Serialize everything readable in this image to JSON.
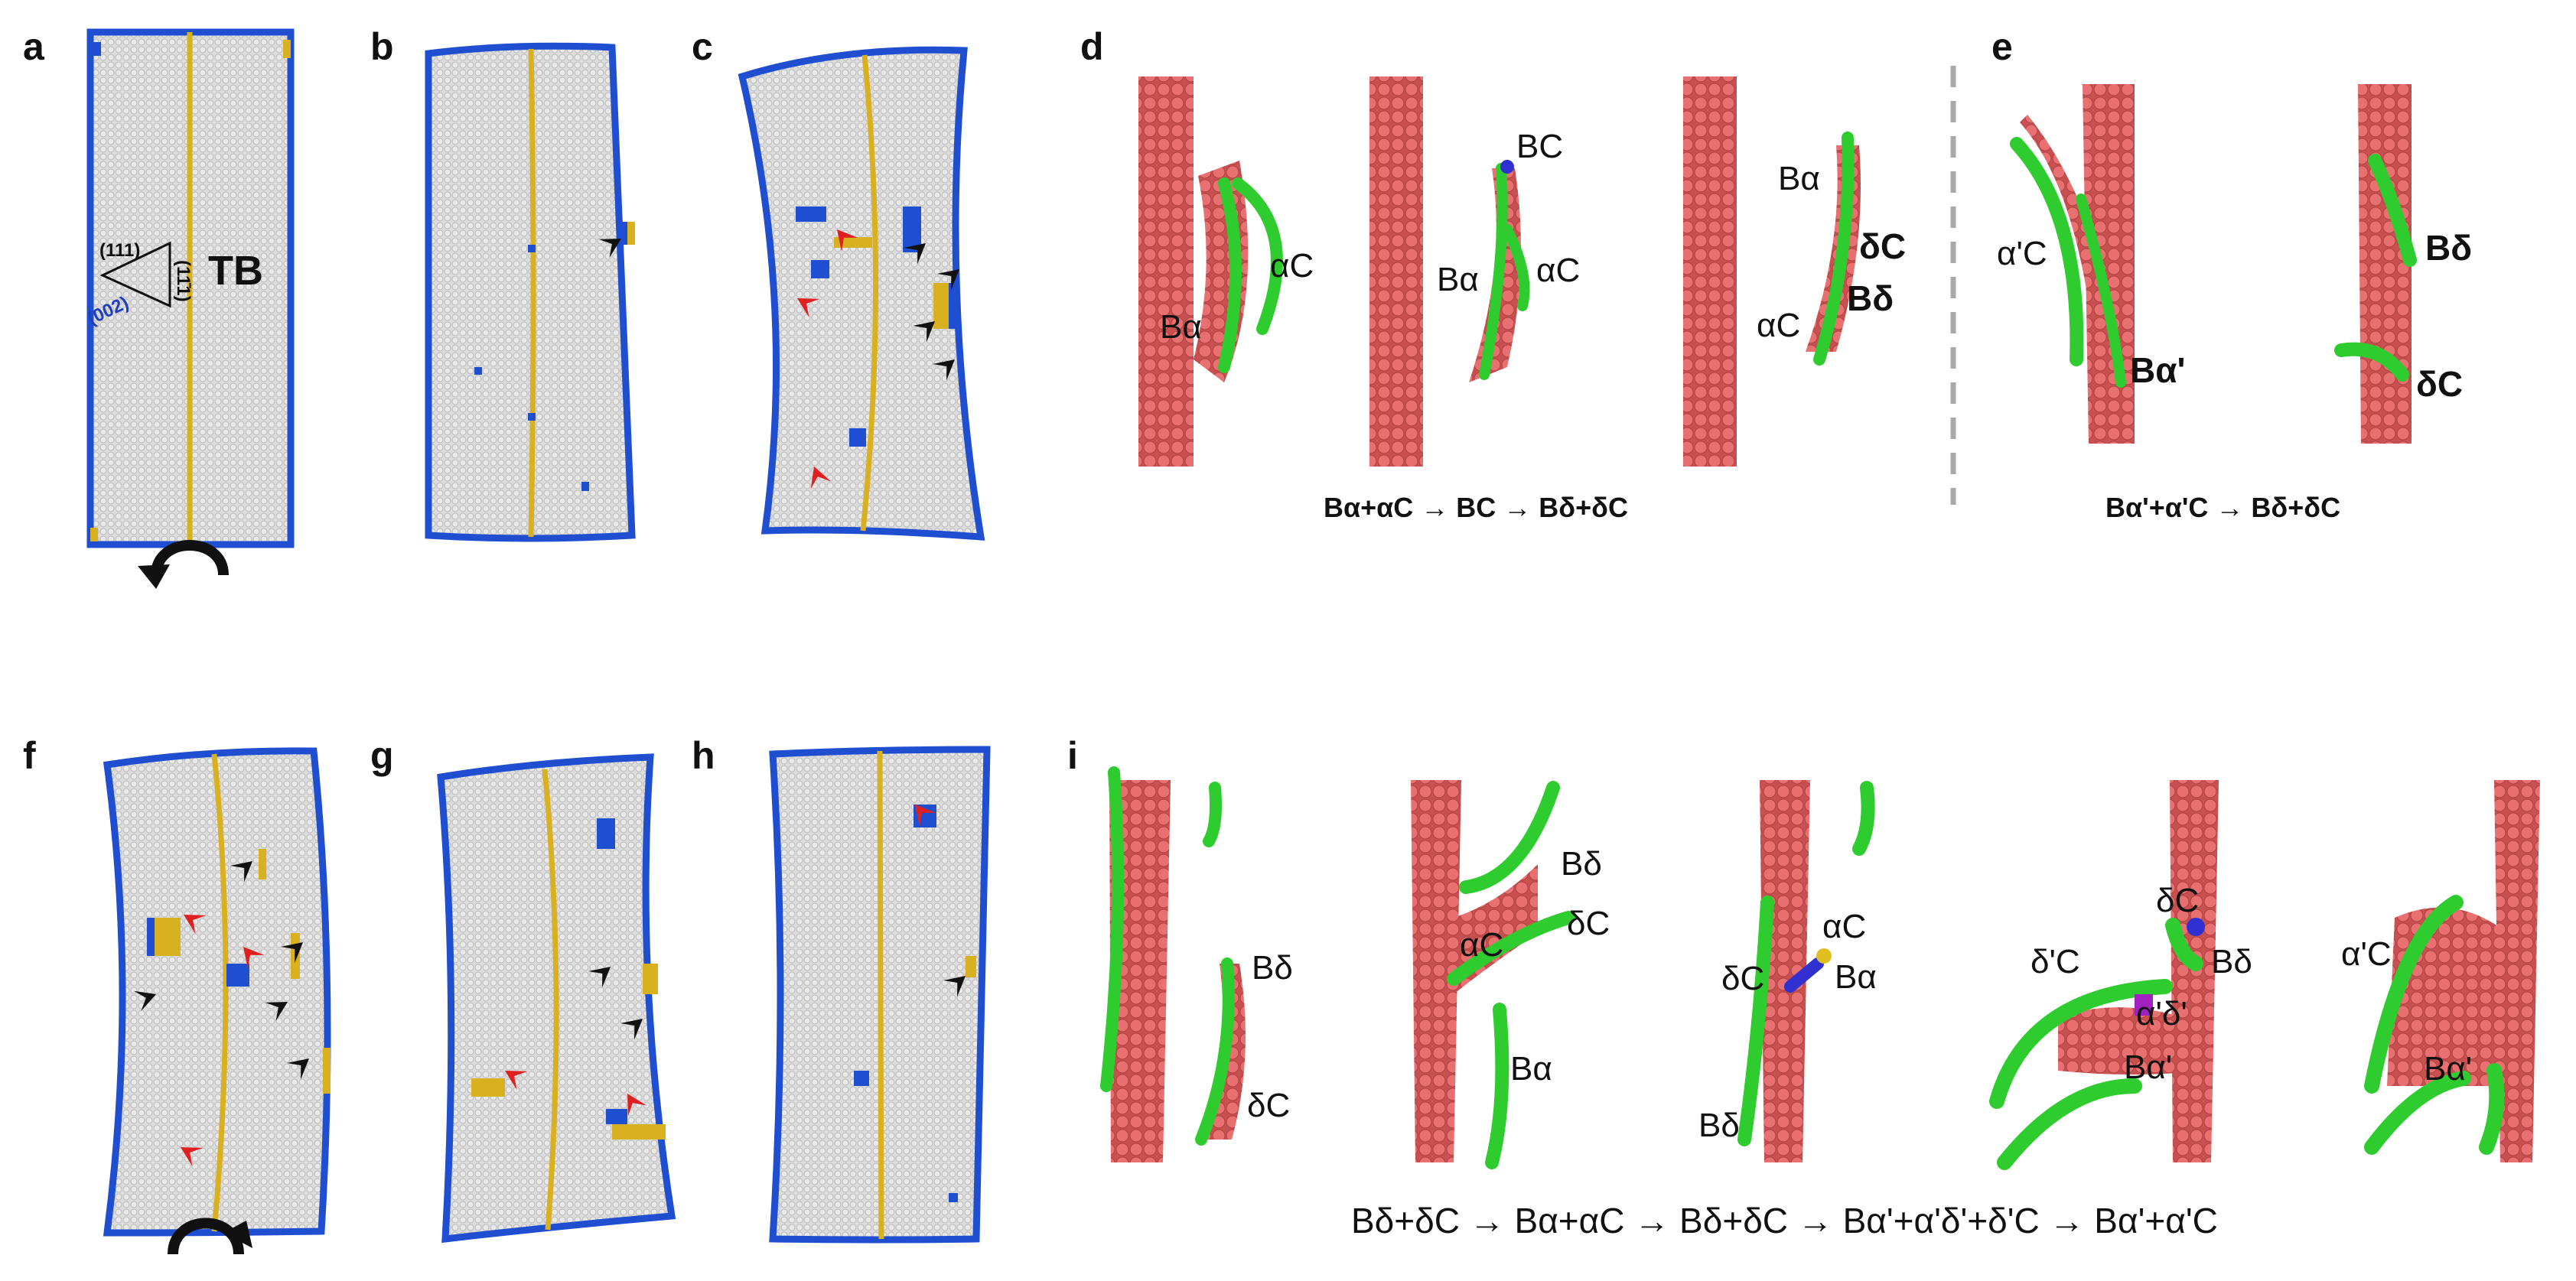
{
  "panel_labels": {
    "a": "a",
    "b": "b",
    "c": "c",
    "d": "d",
    "e": "e",
    "f": "f",
    "g": "g",
    "h": "h",
    "i": "i"
  },
  "colors": {
    "fcc_atoms": "#d8d8d8",
    "surface_atoms": "#1f4fd0",
    "twin_boundary": "#d8b020",
    "stacking_fault": "#e06060",
    "dislocation": "#2ecc2e",
    "red_arrow": "#e02020",
    "black_arrow": "#111111"
  },
  "panel_a": {
    "twin_label": "TB",
    "plane_111": "(111)",
    "plane_11bar1": "(11̄1)",
    "plane_002": "(002)"
  },
  "panel_d": {
    "labels": [
      "Bα",
      "αC",
      "BC",
      "Bα",
      "αC",
      "Bα",
      "δC",
      "Bδ",
      "αC"
    ],
    "reaction": "Bα+αC → BC → Bδ+δC"
  },
  "panel_e": {
    "labels": [
      "α'C",
      "Bα'",
      "Bδ",
      "δC"
    ],
    "reaction": "Bα'+α'C → Bδ+δC"
  },
  "panel_i": {
    "labels": [
      "Bδ",
      "δC",
      "Bδ",
      "δC",
      "αC",
      "Bα",
      "αC",
      "δC",
      "Bα",
      "Bδ",
      "δC",
      "δ'C",
      "Bδ",
      "α'δ'",
      "Bα'",
      "α'C",
      "Bα'"
    ],
    "reaction": "Bδ+δC → Bα+αC → Bδ+δC → Bα'+α'δ'+δ'C → Bα'+α'C"
  },
  "icons": [
    "rotation-arrow-icon",
    "red-arrowhead-icon",
    "black-arrowhead-icon"
  ]
}
